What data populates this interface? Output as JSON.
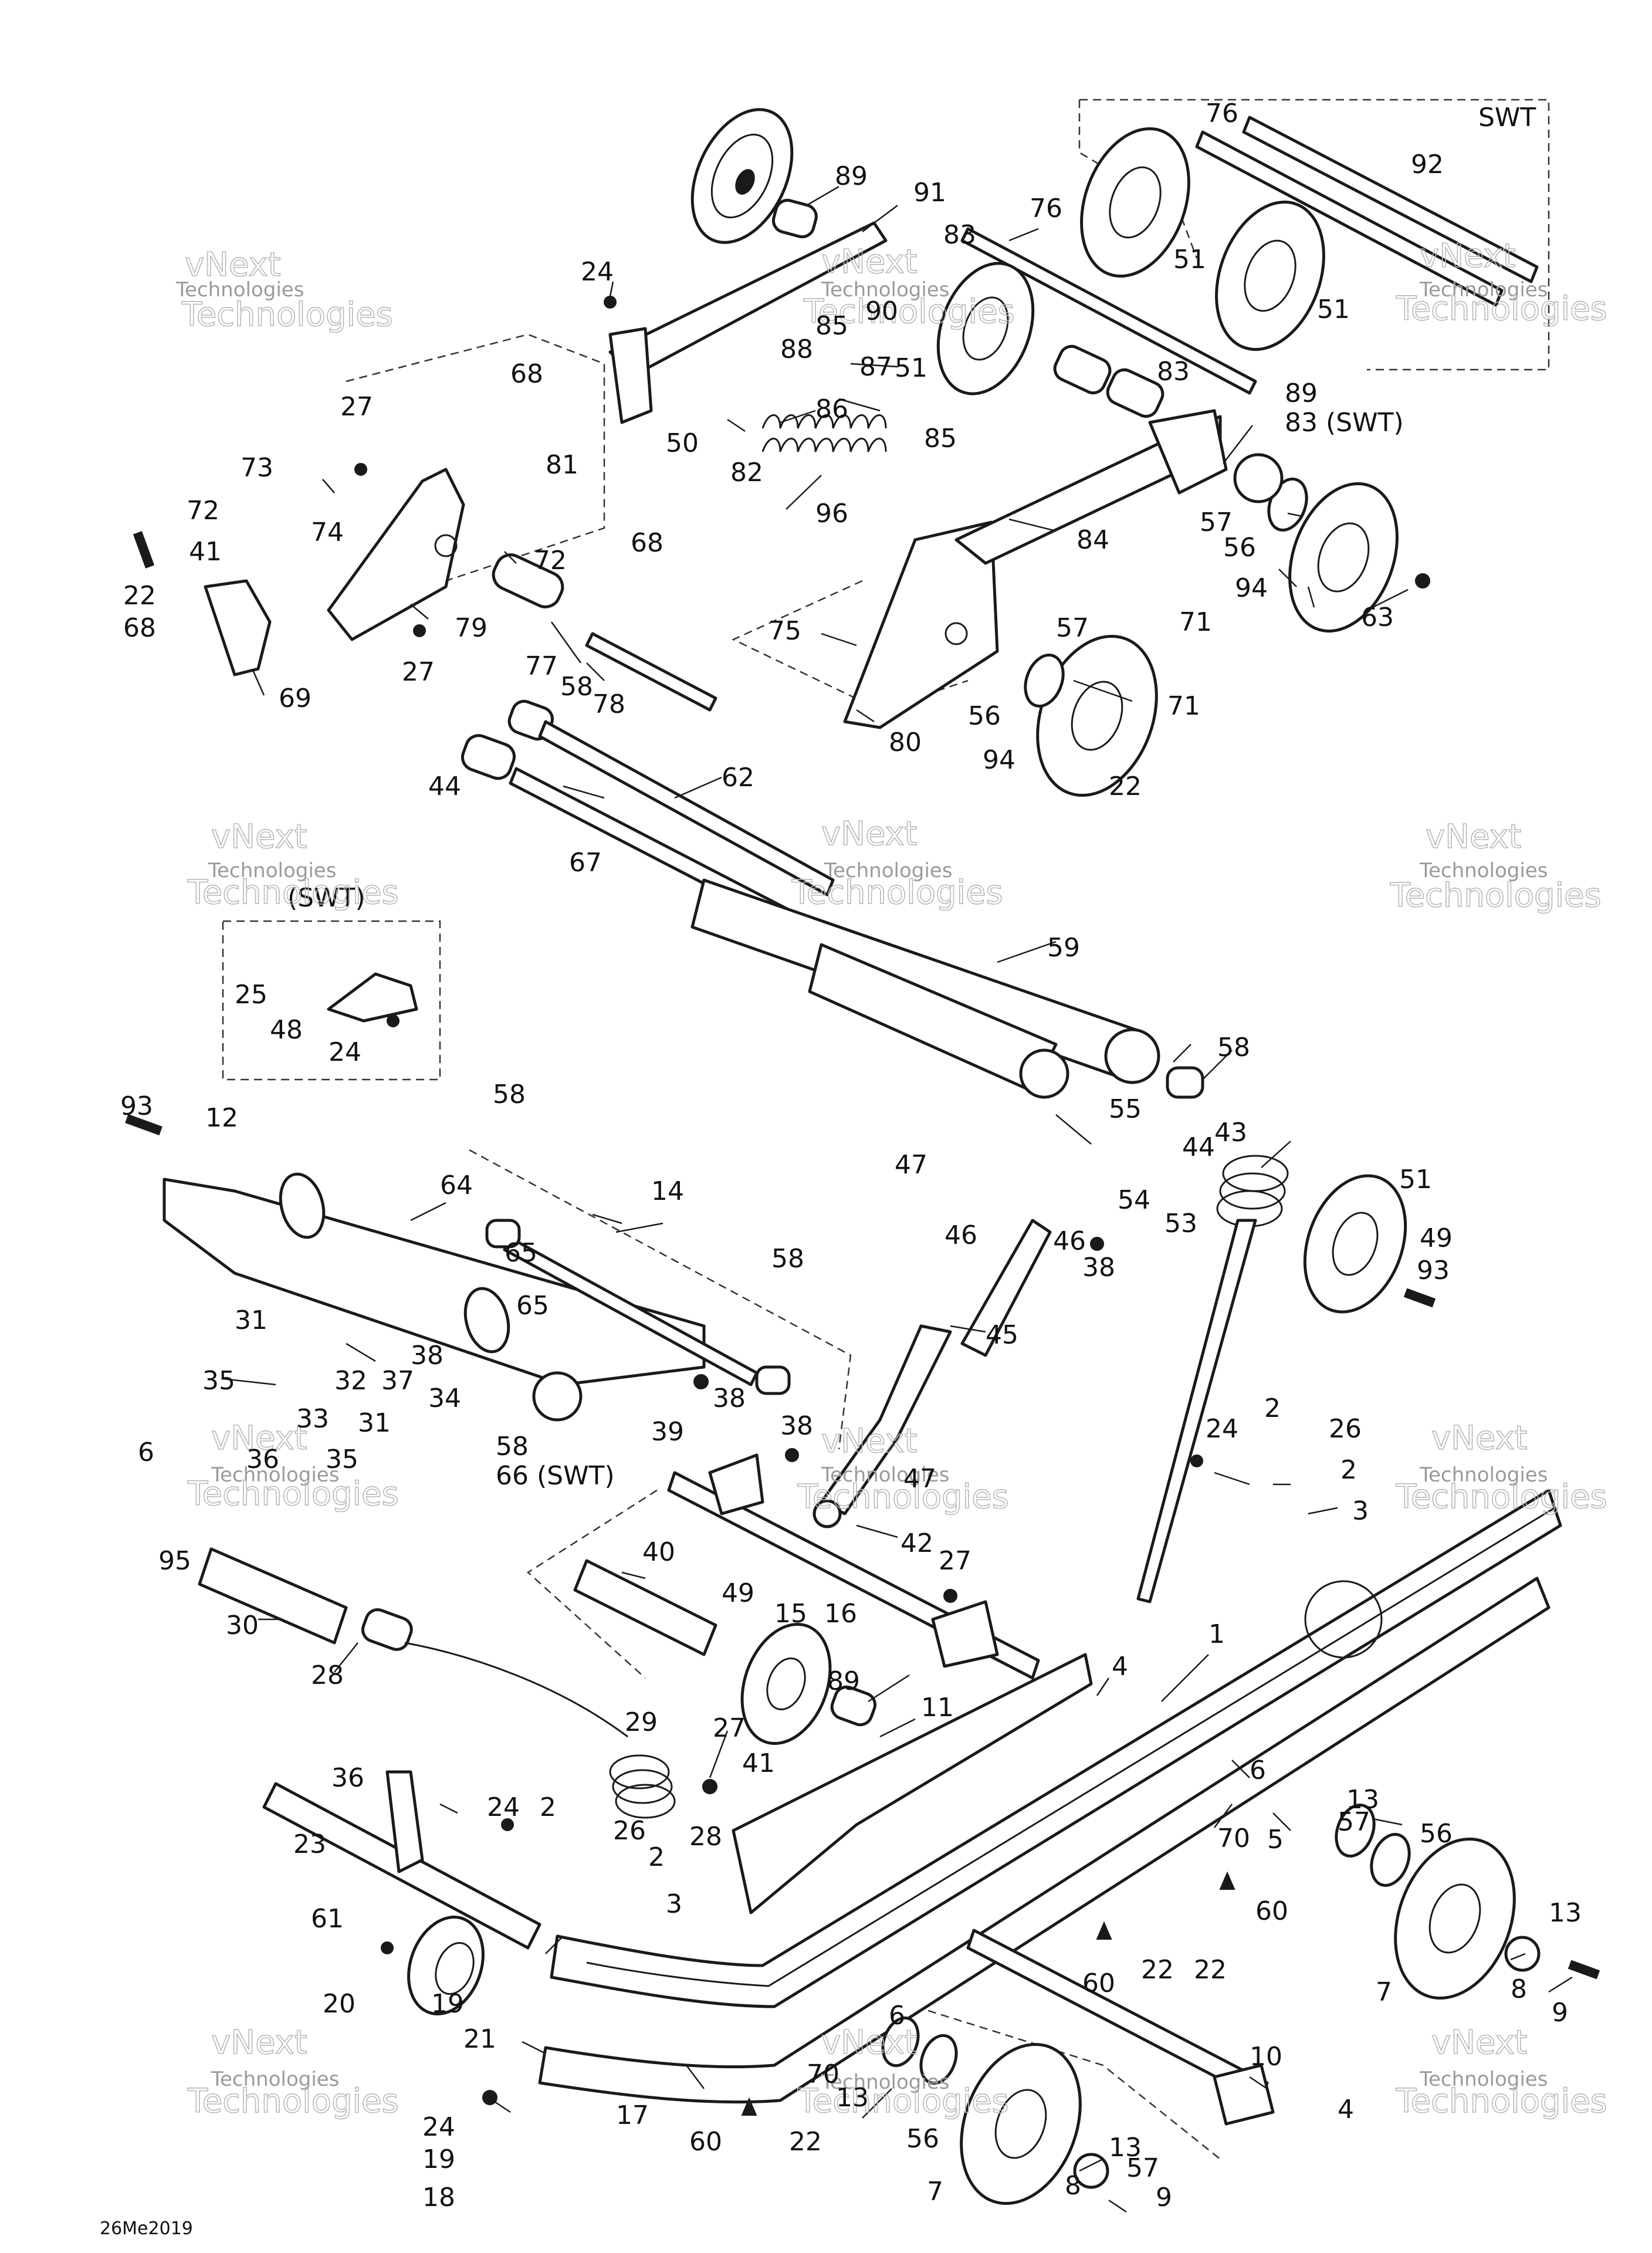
{
  "diagram": {
    "swt_box_label": "SWT",
    "swt_inset_label": "(SWT)",
    "watermark_line1": "vNext",
    "watermark_line2": "Technologies",
    "footer_date": "26Me2019",
    "callouts": [
      {
        "id": "c89a",
        "text": "89"
      },
      {
        "id": "c91",
        "text": "91"
      },
      {
        "id": "c83a",
        "text": "83"
      },
      {
        "id": "c76a",
        "text": "76"
      },
      {
        "id": "c76b",
        "text": "76"
      },
      {
        "id": "c92",
        "text": "92"
      },
      {
        "id": "c51a",
        "text": "51"
      },
      {
        "id": "c51b",
        "text": "51"
      },
      {
        "id": "c24a",
        "text": "24"
      },
      {
        "id": "c85a",
        "text": "85"
      },
      {
        "id": "c90",
        "text": "90"
      },
      {
        "id": "c88",
        "text": "88"
      },
      {
        "id": "c87",
        "text": "87"
      },
      {
        "id": "c51c",
        "text": "51"
      },
      {
        "id": "c83b",
        "text": "83"
      },
      {
        "id": "c68a",
        "text": "68"
      },
      {
        "id": "c86",
        "text": "86"
      },
      {
        "id": "c89b",
        "text": "89"
      },
      {
        "id": "c83c",
        "text": "83 (SWT)"
      },
      {
        "id": "c27a",
        "text": "27"
      },
      {
        "id": "c50",
        "text": "50"
      },
      {
        "id": "c85b",
        "text": "85"
      },
      {
        "id": "c82",
        "text": "82"
      },
      {
        "id": "c73",
        "text": "73"
      },
      {
        "id": "c81",
        "text": "81"
      },
      {
        "id": "c96",
        "text": "96"
      },
      {
        "id": "c72a",
        "text": "72"
      },
      {
        "id": "c74",
        "text": "74"
      },
      {
        "id": "c68b",
        "text": "68"
      },
      {
        "id": "c84",
        "text": "84"
      },
      {
        "id": "c57a",
        "text": "57"
      },
      {
        "id": "c56a",
        "text": "56"
      },
      {
        "id": "c41a",
        "text": "41"
      },
      {
        "id": "c72b",
        "text": "72"
      },
      {
        "id": "c94a",
        "text": "94"
      },
      {
        "id": "c22a",
        "text": "22"
      },
      {
        "id": "c71a",
        "text": "71"
      },
      {
        "id": "c63",
        "text": "63"
      },
      {
        "id": "c68c",
        "text": "68"
      },
      {
        "id": "c79",
        "text": "79"
      },
      {
        "id": "c75",
        "text": "75"
      },
      {
        "id": "c57b",
        "text": "57"
      },
      {
        "id": "c27b",
        "text": "27"
      },
      {
        "id": "c77",
        "text": "77"
      },
      {
        "id": "c69",
        "text": "69"
      },
      {
        "id": "c78",
        "text": "78"
      },
      {
        "id": "c56b",
        "text": "56"
      },
      {
        "id": "c71b",
        "text": "71"
      },
      {
        "id": "c58a",
        "text": "58"
      },
      {
        "id": "c80",
        "text": "80"
      },
      {
        "id": "c94b",
        "text": "94"
      },
      {
        "id": "c22b",
        "text": "22"
      },
      {
        "id": "c44a",
        "text": "44"
      },
      {
        "id": "c62",
        "text": "62"
      },
      {
        "id": "c67",
        "text": "67"
      },
      {
        "id": "c59",
        "text": "59"
      },
      {
        "id": "c25",
        "text": "25"
      },
      {
        "id": "c48",
        "text": "48"
      },
      {
        "id": "c24b",
        "text": "24"
      },
      {
        "id": "c58b",
        "text": "58"
      },
      {
        "id": "c58c",
        "text": "58"
      },
      {
        "id": "c93a",
        "text": "93"
      },
      {
        "id": "c12",
        "text": "12"
      },
      {
        "id": "c55",
        "text": "55"
      },
      {
        "id": "c64",
        "text": "64"
      },
      {
        "id": "c14",
        "text": "14"
      },
      {
        "id": "c47a",
        "text": "47"
      },
      {
        "id": "c44b",
        "text": "44"
      },
      {
        "id": "c43",
        "text": "43"
      },
      {
        "id": "c46a",
        "text": "46"
      },
      {
        "id": "c54",
        "text": "54"
      },
      {
        "id": "c51d",
        "text": "51"
      },
      {
        "id": "c46b",
        "text": "46"
      },
      {
        "id": "c53",
        "text": "53"
      },
      {
        "id": "c38a",
        "text": "38"
      },
      {
        "id": "c49a",
        "text": "49"
      },
      {
        "id": "c93b",
        "text": "93"
      },
      {
        "id": "c58d",
        "text": "58"
      },
      {
        "id": "c65a",
        "text": "65"
      },
      {
        "id": "c65b",
        "text": "65"
      },
      {
        "id": "c31a",
        "text": "31"
      },
      {
        "id": "c45",
        "text": "45"
      },
      {
        "id": "c38b",
        "text": "38"
      },
      {
        "id": "c35a",
        "text": "35"
      },
      {
        "id": "c32",
        "text": "32"
      },
      {
        "id": "c37",
        "text": "37"
      },
      {
        "id": "c34",
        "text": "34"
      },
      {
        "id": "c38c",
        "text": "38"
      },
      {
        "id": "c33",
        "text": "33"
      },
      {
        "id": "c31b",
        "text": "31"
      },
      {
        "id": "c39",
        "text": "39"
      },
      {
        "id": "c36a",
        "text": "36"
      },
      {
        "id": "c35b",
        "text": "35"
      },
      {
        "id": "c58e",
        "text": "58"
      },
      {
        "id": "c66",
        "text": "66 (SWT)"
      },
      {
        "id": "c38d",
        "text": "38"
      },
      {
        "id": "c24c",
        "text": "24"
      },
      {
        "id": "c2a",
        "text": "2"
      },
      {
        "id": "c26a",
        "text": "26"
      },
      {
        "id": "c6a",
        "text": "6"
      },
      {
        "id": "c47b",
        "text": "47"
      },
      {
        "id": "c2b",
        "text": "2"
      },
      {
        "id": "c3a",
        "text": "3"
      },
      {
        "id": "c95",
        "text": "95"
      },
      {
        "id": "c42",
        "text": "42"
      },
      {
        "id": "c40",
        "text": "40"
      },
      {
        "id": "c27c",
        "text": "27"
      },
      {
        "id": "c49b",
        "text": "49"
      },
      {
        "id": "c15",
        "text": "15"
      },
      {
        "id": "c16",
        "text": "16"
      },
      {
        "id": "c30",
        "text": "30"
      },
      {
        "id": "c1",
        "text": "1"
      },
      {
        "id": "c28a",
        "text": "28"
      },
      {
        "id": "c4a",
        "text": "4"
      },
      {
        "id": "c89c",
        "text": "89"
      },
      {
        "id": "c11",
        "text": "11"
      },
      {
        "id": "c29",
        "text": "29"
      },
      {
        "id": "c27d",
        "text": "27"
      },
      {
        "id": "c41b",
        "text": "41"
      },
      {
        "id": "c6b",
        "text": "6"
      },
      {
        "id": "c36b",
        "text": "36"
      },
      {
        "id": "c13a",
        "text": "13"
      },
      {
        "id": "c70a",
        "text": "70"
      },
      {
        "id": "c5",
        "text": "5"
      },
      {
        "id": "c57c",
        "text": "57"
      },
      {
        "id": "c56c",
        "text": "56"
      },
      {
        "id": "c24d",
        "text": "24"
      },
      {
        "id": "c2c",
        "text": "2"
      },
      {
        "id": "c26b",
        "text": "26"
      },
      {
        "id": "c28b",
        "text": "28"
      },
      {
        "id": "c2d",
        "text": "2"
      },
      {
        "id": "c23",
        "text": "23"
      },
      {
        "id": "c3b",
        "text": "3"
      },
      {
        "id": "c60a",
        "text": "60"
      },
      {
        "id": "c61",
        "text": "61"
      },
      {
        "id": "c13b",
        "text": "13"
      },
      {
        "id": "c60b",
        "text": "60"
      },
      {
        "id": "c22c",
        "text": "22"
      },
      {
        "id": "c22d",
        "text": "22"
      },
      {
        "id": "c7a",
        "text": "7"
      },
      {
        "id": "c8a",
        "text": "8"
      },
      {
        "id": "c9a",
        "text": "9"
      },
      {
        "id": "c20",
        "text": "20"
      },
      {
        "id": "c19a",
        "text": "19"
      },
      {
        "id": "c21",
        "text": "21"
      },
      {
        "id": "c6c",
        "text": "6"
      },
      {
        "id": "c70b",
        "text": "70"
      },
      {
        "id": "c13c",
        "text": "13"
      },
      {
        "id": "c57d",
        "text": "57"
      },
      {
        "id": "c10",
        "text": "10"
      },
      {
        "id": "c24e",
        "text": "24"
      },
      {
        "id": "c17",
        "text": "17"
      },
      {
        "id": "c60c",
        "text": "60"
      },
      {
        "id": "c22e",
        "text": "22"
      },
      {
        "id": "c56d",
        "text": "56"
      },
      {
        "id": "c19b",
        "text": "19"
      },
      {
        "id": "c13d",
        "text": "13"
      },
      {
        "id": "c4b",
        "text": "4"
      },
      {
        "id": "c7b",
        "text": "7"
      },
      {
        "id": "c8b",
        "text": "8"
      },
      {
        "id": "c9b",
        "text": "9"
      },
      {
        "id": "c18",
        "text": "18"
      }
    ]
  }
}
